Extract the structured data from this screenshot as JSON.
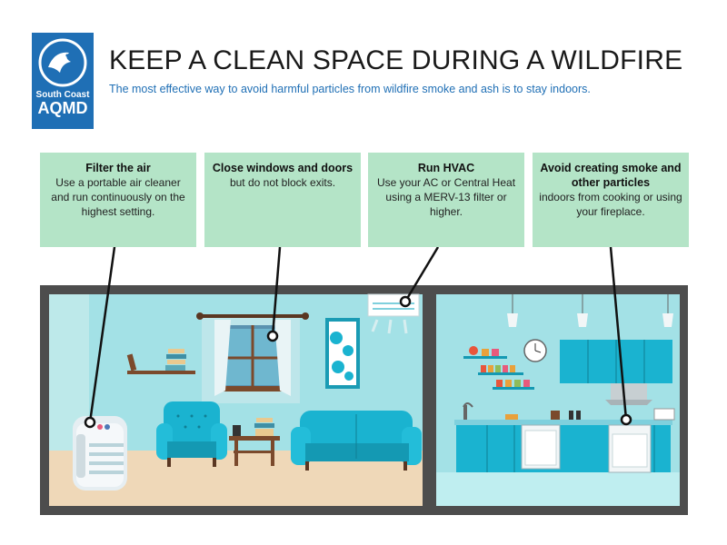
{
  "logo": {
    "line1": "South Coast",
    "line2": "AQMD"
  },
  "header": {
    "title": "KEEP A CLEAN SPACE DURING A WILDFIRE",
    "subtitle": "The most effective way to avoid harmful particles from wildfire smoke and ash is to stay indoors."
  },
  "cards": [
    {
      "heading": "Filter the air",
      "body": "Use a portable air cleaner and run continuously on the highest setting."
    },
    {
      "heading": "Close windows and doors",
      "body": "but do not block exits."
    },
    {
      "heading": "Run HVAC",
      "body": "Use your AC or Central Heat using a MERV-13 filter or higher."
    },
    {
      "heading": "Avoid creating smoke and other particles",
      "body": "indoors from cooking or using your fireplace."
    }
  ],
  "colors": {
    "brand": "#1f6fb5",
    "card": "#b4e4c7",
    "wall": "#9fe0e4",
    "floor": "#efd8b8",
    "furniture": "#1ab3d0",
    "house": "#555555"
  }
}
